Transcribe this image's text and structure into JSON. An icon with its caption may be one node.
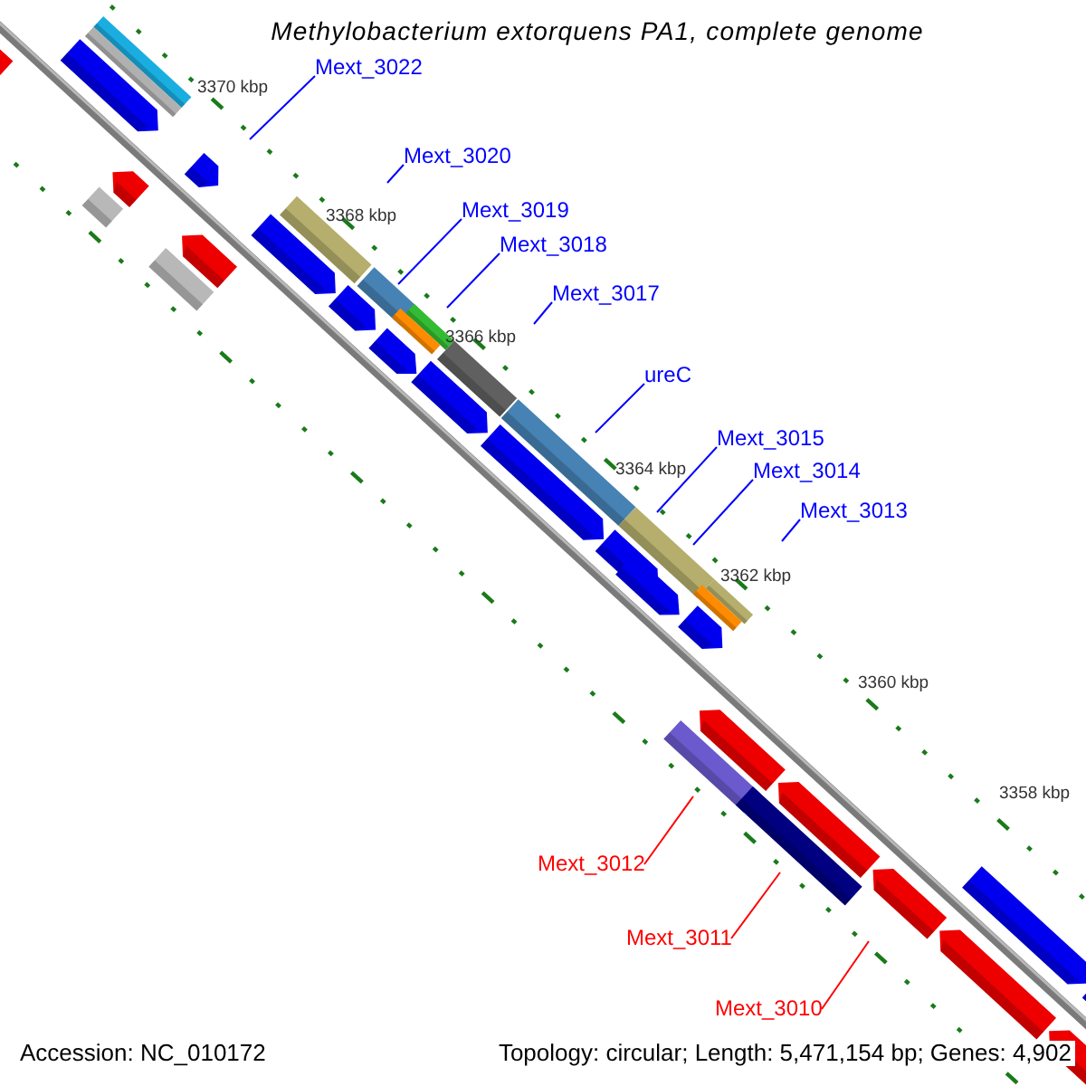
{
  "diagram": {
    "title": "Methylobacterium extorquens PA1, complete genome",
    "nodes": [
      {
        "text": [
          "Mext_3022"
        ]
      },
      {
        "text": [
          "Mext_3020"
        ]
      },
      {
        "text": [
          "Mext_3019"
        ]
      },
      {
        "text": [
          "Mext_3018"
        ]
      },
      {
        "text": [
          "Mext_3017"
        ]
      },
      {
        "text": [
          "ureC"
        ]
      },
      {
        "text": [
          "Mext_3015"
        ]
      },
      {
        "text": [
          "Mext_3014"
        ]
      },
      {
        "text": [
          "Mext_3013"
        ]
      },
      {
        "text": [
          "Mext_3012"
        ]
      },
      {
        "text": [
          "Mext_3011"
        ]
      },
      {
        "text": [
          "Mext_3010"
        ]
      }
    ],
    "edges": [
      {
        "from": 0,
        "to": null,
        "arrow": "none"
      },
      {
        "from": 1,
        "to": null,
        "arrow": "none"
      },
      {
        "from": 2,
        "to": null,
        "arrow": "none"
      },
      {
        "from": 3,
        "to": null,
        "arrow": "none"
      },
      {
        "from": 4,
        "to": null,
        "arrow": "none"
      },
      {
        "from": 5,
        "to": null,
        "arrow": "none"
      },
      {
        "from": 6,
        "to": null,
        "arrow": "none"
      },
      {
        "from": 7,
        "to": null,
        "arrow": "none"
      },
      {
        "from": 8,
        "to": null,
        "arrow": "none"
      },
      {
        "from": 9,
        "to": null,
        "arrow": "none",
        "color": "#ff0000"
      },
      {
        "from": 10,
        "to": null,
        "arrow": "none",
        "color": "#ff0000"
      },
      {
        "from": 11,
        "to": null,
        "arrow": "none",
        "color": "#ff0000"
      }
    ],
    "labels": [
      "3370 kbp",
      "3368 kbp",
      "3366 kbp",
      "3364 kbp",
      "3362 kbp",
      "3360 kbp",
      "3358 kbp",
      "Accession: NC_010172",
      "Topology: circular; Length: 5,471,154 bp; Genes: 4,902"
    ]
  }
}
